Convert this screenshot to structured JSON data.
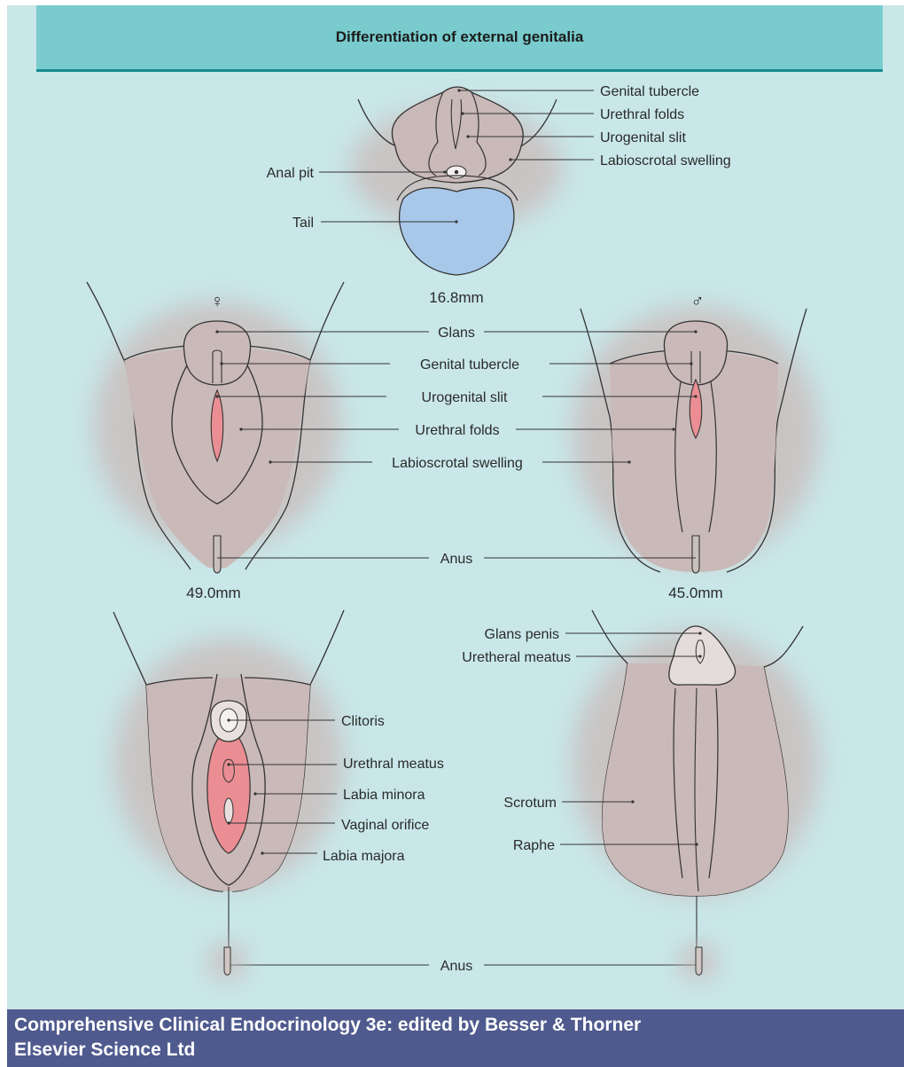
{
  "title": "Differentiation of external genitalia",
  "stages": {
    "early": {
      "size_label": "16.8mm",
      "labels": {
        "genital_tubercle": "Genital tubercle",
        "urethral_folds": "Urethral folds",
        "urogenital_slit": "Urogenital slit",
        "labioscrotal_swelling": "Labioscrotal swelling",
        "anal_pit": "Anal pit",
        "tail": "Tail"
      }
    },
    "middle": {
      "female_symbol": "♀",
      "male_symbol": "♂",
      "female_size": "49.0mm",
      "male_size": "45.0mm",
      "labels": {
        "glans": "Glans",
        "genital_tubercle": "Genital tubercle",
        "urogenital_slit": "Urogenital slit",
        "urethral_folds": "Urethral folds",
        "labioscrotal_swelling": "Labioscrotal swelling",
        "anus": "Anus"
      }
    },
    "female_final": {
      "labels": {
        "clitoris": "Clitoris",
        "urethral_meatus": "Urethral meatus",
        "labia_minora": "Labia minora",
        "vaginal_orifice": "Vaginal orifice",
        "labia_majora": "Labia majora"
      }
    },
    "male_final": {
      "labels": {
        "glans_penis": "Glans penis",
        "uretheral_meatus": "Uretheral meatus",
        "scrotum": "Scrotum",
        "raphe": "Raphe"
      }
    },
    "final_anus": "Anus"
  },
  "footer": {
    "line1": "Comprehensive Clinical Endocrinology 3e: edited by Besser & Thorner",
    "line2": "Elsevier Science Ltd"
  },
  "colors": {
    "background": "#c9e7e9",
    "title_bar": "#79cbcd",
    "title_rule": "#168c92",
    "skin": "#c9b9b8",
    "pink": "#ea8e93",
    "tail_blue": "#a8c8ea",
    "glans_light": "#e3dcda",
    "footer": "#4f5a8e"
  }
}
